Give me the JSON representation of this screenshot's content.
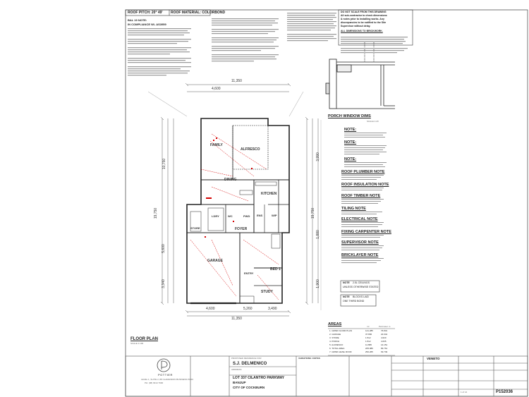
{
  "header": {
    "roof_pitch": "ROOF PITCH: 20° 49'",
    "roof_material": "ROOF MATERIAL: COLORBOND",
    "bal_note": "BAL 19 NOTE:",
    "bal_compliance": "IN COMPLIANCE W/- AS3959"
  },
  "warning": {
    "lines": [
      "DO NOT SCALE FROM THIS DRAWING",
      "All sub-contractor to check dimensions",
      "& notes prior to installing works. Any",
      "discrepancies to be notified to the Site",
      "Supervisor without delay."
    ],
    "brickwork": "ALL DIMENSIONS TO BRICKWORK."
  },
  "plan": {
    "title": "FLOOR PLAN",
    "scale": "SCALE 1:100",
    "dims": {
      "top_width": "11,350",
      "top_sub": "4,600",
      "bottom_width": "11,350",
      "bottom_sub_left": "4,600",
      "bottom_sub_right": "3,490",
      "bottom_sub_mid": "5,260",
      "left_height": "19,750",
      "right_height": "19,750",
      "left_a": "10,750",
      "left_b": "5,600",
      "left_c": "3,340",
      "right_a": "3,990",
      "right_b": "1,880",
      "right_c": "1,900"
    },
    "rooms": {
      "family": "FAMILY",
      "alfresco": "ALFRESCO",
      "dining": "DINING",
      "kitchen": "KITCHEN",
      "store": "STORE",
      "foyer": "FOYER",
      "garage": "GARAGE",
      "entry": "ENTRY",
      "bed1": "BED 1",
      "study": "STUDY",
      "wip": "WIP",
      "ens": "ENS",
      "wc": "WC",
      "lndry": "LDRY",
      "pwdr": "PWD"
    }
  },
  "porch": {
    "title": "PORCH WINDOW DIMS",
    "scale": "SCALE 1:20"
  },
  "notes": {
    "note1": "NOTE:",
    "note2": "NOTE:",
    "note3": "NOTE:",
    "roof_plumber": "ROOF PLUMBER NOTE",
    "roof_insulation": "ROOF INSULATION NOTE",
    "roof_timber": "ROOF TIMBER NOTE",
    "tiling": "TILING NOTE",
    "electrical": "ELECTRICAL NOTE",
    "fixing_carpenter": "FIXING CARPENTER NOTE",
    "supervisor": "SUPERVISOR NOTE",
    "bricklayer": "BRICKLAYER NOTE",
    "ceilings_title": "NOTE",
    "ceilings_l1": "2.5L CEILINGS",
    "ceilings_l2": "UNLESS OTHERWISE STATED",
    "blocks_title": "NOTE",
    "blocks_l1": "BLOCKS LAID",
    "blocks_l2": "ONE THIRD BOND"
  },
  "areas": {
    "title": "AREAS",
    "col_m2": "m²",
    "col_sq": "Perimeter m",
    "rows": [
      {
        "label": "1. GRND FLOOR PLAN",
        "m2": "141.285",
        "sq": "76.831"
      },
      {
        "label": "2. GARAGE",
        "m2": "37.800",
        "sq": "22.044"
      },
      {
        "label": "3. STORE",
        "m2": "1.512",
        "sq": "4.620"
      },
      {
        "label": "4. PORCH",
        "m2": "1.512",
        "sq": "4.635"
      },
      {
        "label": "5. ALFRESCO",
        "m2": "11.895",
        "sq": "14.151"
      },
      {
        "label": "6. TOTAL AREA",
        "m2": "205.089",
        "sq": "83.761"
      },
      {
        "label": "7. GRND LEVEL ROOF",
        "m2": "252.265",
        "sq": "63.749"
      }
    ]
  },
  "title_block": {
    "company": "POTTIER",
    "company_addr": "LEVEL 1, SUITE 2, 88 CLARENDON BUSINESS PARK",
    "company_phone": "PH: (08) 9314 7900",
    "proposed_label": "PROPOSED RESIDENCE FOR",
    "client": "S.J. DELMENICO",
    "address_label": "ADDRESS",
    "lot": "LOT 337 CILANTRO PARKWAY",
    "suburb": "BANJUP",
    "city": "CITY OF COCKBURN",
    "variations_label": "VARIATIONS / NOTES",
    "design": "VENETO",
    "job_no": "P152036",
    "sheet": "1 of 14"
  }
}
